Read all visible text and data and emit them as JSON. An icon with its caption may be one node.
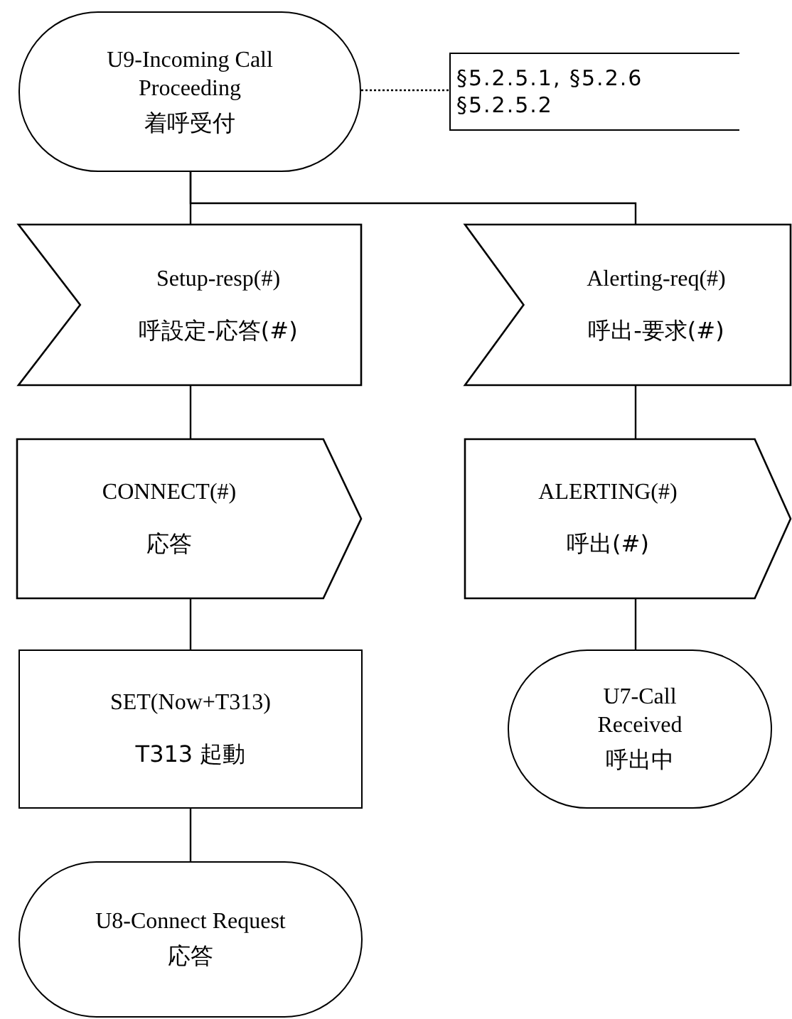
{
  "diagram": {
    "nodes": [
      {
        "text": [
          "U9-Incoming Call Proceeding",
          "着呼受付"
        ]
      },
      {
        "text": [
          "§5.2.5.1, §5.2.6",
          "§5.2.5.2"
        ]
      },
      {
        "text": [
          "Setup-resp(#)",
          "呼設定-応答(#)"
        ]
      },
      {
        "text": [
          "Alerting-req(#)",
          "呼出-要求(#)"
        ]
      },
      {
        "text": [
          "CONNECT(#)",
          "応答"
        ]
      },
      {
        "text": [
          "ALERTING(#)",
          "呼出(#)"
        ]
      },
      {
        "text": [
          "SET(Now+T313)",
          "T313 起動"
        ]
      },
      {
        "text": [
          "U7-Call Received",
          "呼出中"
        ]
      },
      {
        "text": [
          "U8-Connect Request",
          "応答"
        ]
      }
    ],
    "edges": [
      {
        "from": 0,
        "to": 1,
        "arrow": "none",
        "style": "dashed"
      },
      {
        "from": 0,
        "to": 2,
        "arrow": "none"
      },
      {
        "from": 0,
        "to": 3,
        "arrow": "none"
      },
      {
        "from": 2,
        "to": 4,
        "arrow": "none"
      },
      {
        "from": 4,
        "to": 6,
        "arrow": "none"
      },
      {
        "from": 6,
        "to": 8,
        "arrow": "none"
      },
      {
        "from": 3,
        "to": 5,
        "arrow": "none"
      },
      {
        "from": 5,
        "to": 7,
        "arrow": "none"
      }
    ]
  }
}
